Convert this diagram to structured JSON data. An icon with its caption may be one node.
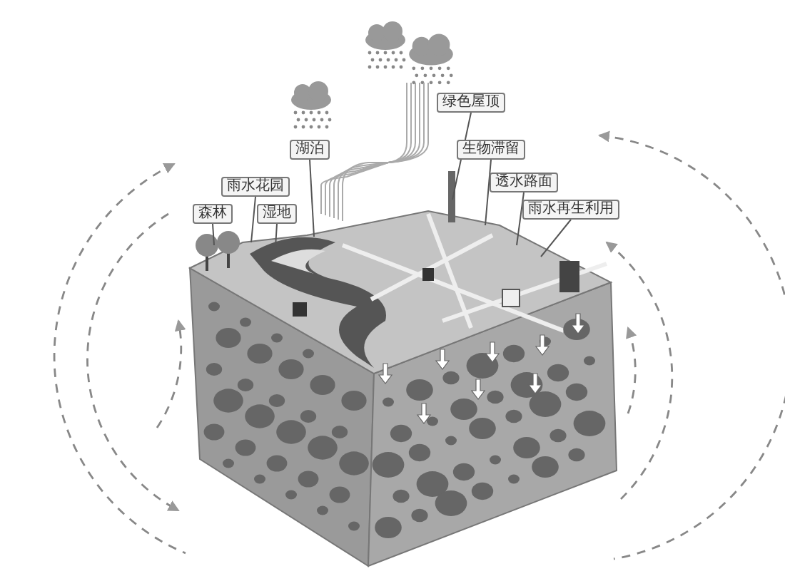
{
  "diagram": {
    "nodes": [
      {
        "text": [
          "森林"
        ]
      },
      {
        "text": [
          "雨水花园"
        ]
      },
      {
        "text": [
          "湿地"
        ]
      },
      {
        "text": [
          "湖泊"
        ]
      },
      {
        "text": [
          "绿色屋顶"
        ]
      },
      {
        "text": [
          "生物滞留"
        ]
      },
      {
        "text": [
          "透水路面"
        ]
      },
      {
        "text": [
          "雨水再生利用"
        ]
      }
    ],
    "edges": [
      {
        "from": 0,
        "to": null,
        "arrow": "none"
      },
      {
        "from": 1,
        "to": null,
        "arrow": "none"
      },
      {
        "from": 2,
        "to": null,
        "arrow": "none"
      },
      {
        "from": 3,
        "to": null,
        "arrow": "none"
      },
      {
        "from": 4,
        "to": null,
        "arrow": "none"
      },
      {
        "from": 5,
        "to": null,
        "arrow": "none"
      },
      {
        "from": 6,
        "to": null,
        "arrow": "none"
      },
      {
        "from": 7,
        "to": null,
        "arrow": "none"
      }
    ]
  }
}
